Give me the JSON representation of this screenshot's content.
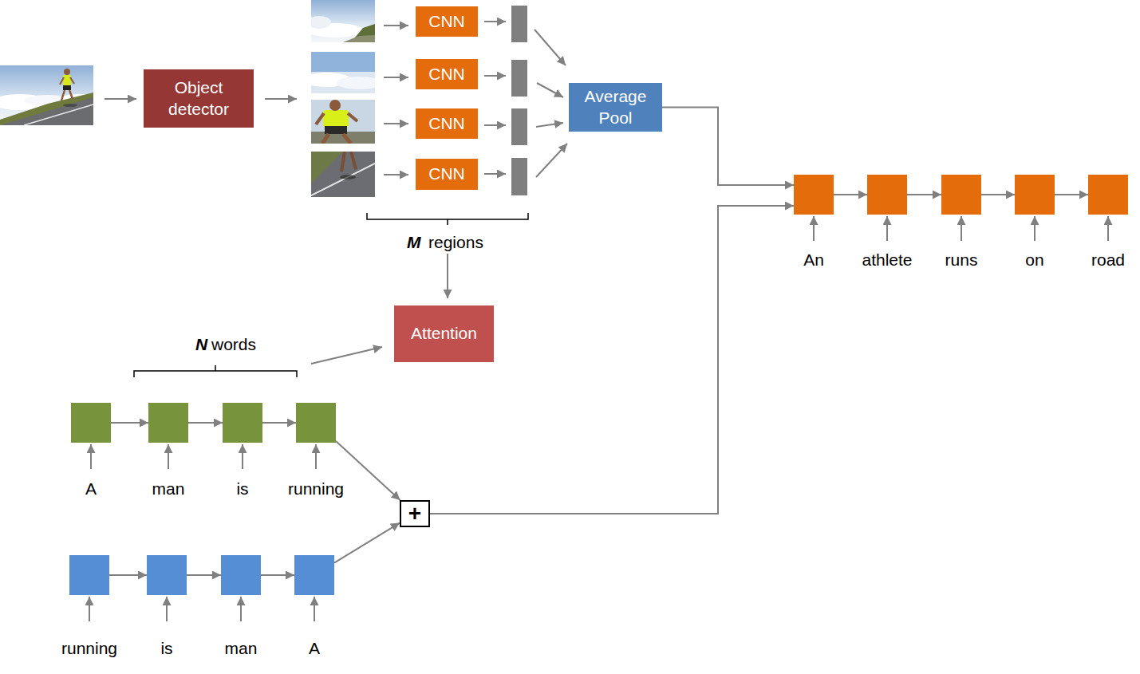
{
  "diagram": {
    "nodes": [
      {
        "text": [
          "Object detector"
        ]
      },
      {
        "text": [
          "CNN"
        ]
      },
      {
        "text": [
          "CNN"
        ]
      },
      {
        "text": [
          "CNN"
        ]
      },
      {
        "text": [
          "CNN"
        ]
      },
      {
        "text": [
          "Average Pool"
        ]
      },
      {
        "text": [
          "An"
        ]
      },
      {
        "text": [
          "athlete"
        ]
      },
      {
        "text": [
          "runs"
        ]
      },
      {
        "text": [
          "on"
        ]
      },
      {
        "text": [
          "road"
        ]
      },
      {
        "text": [
          "Attention"
        ]
      },
      {
        "text": [
          "A"
        ]
      },
      {
        "text": [
          "man"
        ]
      },
      {
        "text": [
          "is"
        ]
      },
      {
        "text": [
          "running"
        ]
      },
      {
        "text": [
          "+"
        ]
      },
      {
        "text": [
          "running"
        ]
      },
      {
        "text": [
          "is"
        ]
      },
      {
        "text": [
          "man"
        ]
      },
      {
        "text": [
          "A"
        ]
      }
    ],
    "edges": [
      {
        "from": 5,
        "to": 6,
        "arrow": "to"
      },
      {
        "from": 16,
        "to": 6,
        "arrow": "to"
      },
      {
        "from": 6,
        "to": 7,
        "arrow": "to"
      },
      {
        "from": 7,
        "to": 8,
        "arrow": "to"
      },
      {
        "from": 8,
        "to": 9,
        "arrow": "to"
      },
      {
        "from": 9,
        "to": 10,
        "arrow": "to"
      },
      {
        "from": 12,
        "to": 13,
        "arrow": "to"
      },
      {
        "from": 13,
        "to": 14,
        "arrow": "to"
      },
      {
        "from": 14,
        "to": 15,
        "arrow": "to"
      },
      {
        "from": 15,
        "to": 16,
        "arrow": "to"
      },
      {
        "from": 17,
        "to": 18,
        "arrow": "to"
      },
      {
        "from": 18,
        "to": 19,
        "arrow": "to"
      },
      {
        "from": 19,
        "to": 20,
        "arrow": "to"
      },
      {
        "from": 20,
        "to": 16,
        "arrow": "to"
      }
    ],
    "labels": [
      "M",
      "regions",
      "N",
      "words"
    ]
  }
}
